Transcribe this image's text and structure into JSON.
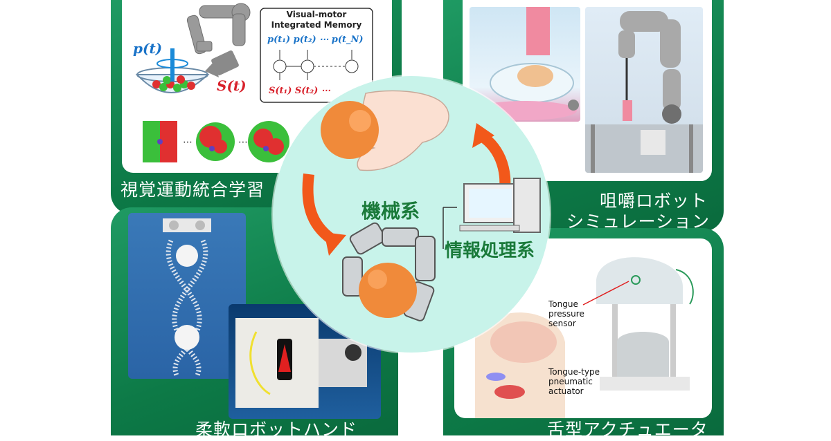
{
  "panels": {
    "top_left_label": "視覚運動統合学習",
    "top_right_label_line1": "咀嚼ロボット",
    "top_right_label_line2": "シミュレーション",
    "bottom_left_label": "柔軟ロボットハンド",
    "bottom_right_label": "舌型アクチュエータ"
  },
  "memory_box": {
    "title_line1": "Visual-motor",
    "title_line2": "Integrated Memory",
    "p_row": "p(t₁) p(t₂) ⋯ p(t_N)",
    "s_row": "S(t₁) S(t₂) ⋯"
  },
  "equations": {
    "p": "p(t)",
    "s": "S(t)"
  },
  "center": {
    "mechanical": "機械系",
    "info": "情報処理系"
  },
  "tongue": {
    "sensor_label_1": "Tongue",
    "sensor_label_2": "pressure",
    "sensor_label_3": "sensor",
    "actuator_label_1": "Tongue-type",
    "actuator_label_2": "pneumatic",
    "actuator_label_3": "actuator"
  },
  "colors": {
    "green": "#0f8450",
    "circle": "#c8f3ea",
    "arrow": "#f2581a",
    "blue_text": "#1a73c8",
    "red_text": "#d8202a"
  }
}
